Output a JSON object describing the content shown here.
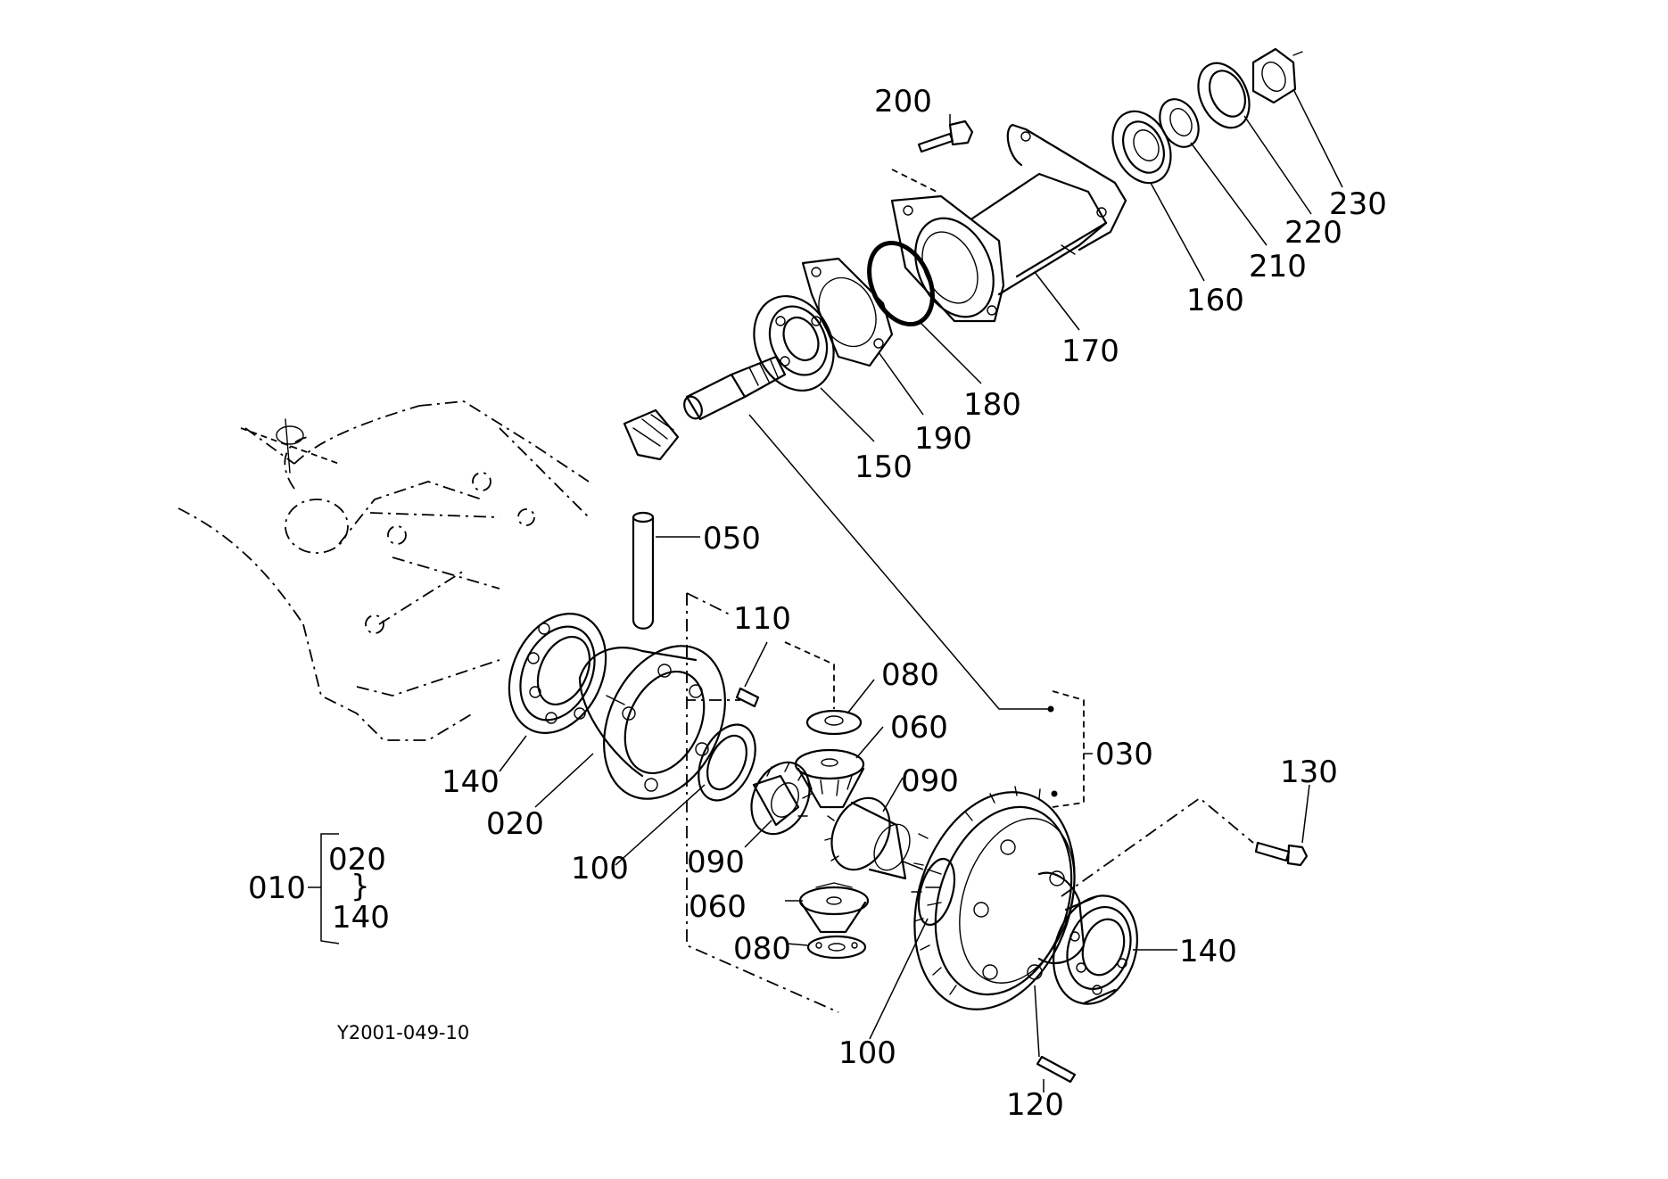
{
  "diagram": {
    "caption": "Y2001-049-10",
    "labels": {
      "p200": "200",
      "p230": "230",
      "p220": "220",
      "p210": "210",
      "p160": "160",
      "p170": "170",
      "p180": "180",
      "p190": "190",
      "p150": "150",
      "p050": "050",
      "p110": "110",
      "p080a": "080",
      "p060a": "060",
      "p090a": "090",
      "p030": "030",
      "p130": "130",
      "p140a": "140",
      "p020": "020",
      "p100a": "100",
      "p090b": "090",
      "p060b": "060",
      "p080b": "080",
      "p140b": "140",
      "p100b": "100",
      "p120": "120",
      "p010": "010"
    },
    "group": {
      "from": "020",
      "sep": "}",
      "to": "140"
    }
  }
}
